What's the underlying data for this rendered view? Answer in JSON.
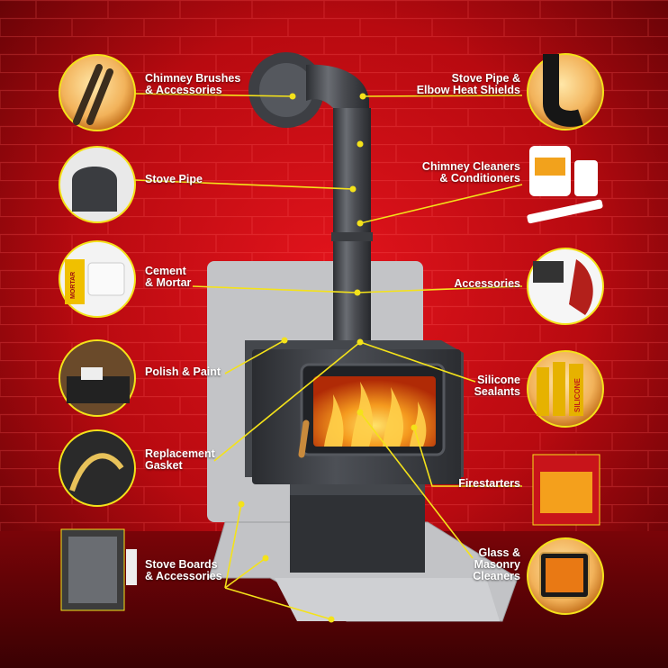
{
  "colors": {
    "background": "#b3080d",
    "accent_line": "#f4e21a",
    "stove_body": "#3c3e43",
    "hearth": "#c4c5c7",
    "fire": "#f2791a",
    "label_text": "#ffffff"
  },
  "labels": [
    {
      "id": "chimney-brushes",
      "lines": [
        "Chimney Brushes",
        "& Accessories"
      ],
      "icon": "chimney-brush-icon"
    },
    {
      "id": "stove-pipe",
      "lines": [
        "Stove Pipe"
      ],
      "icon": "stove-pipe-icon"
    },
    {
      "id": "cement-mortar",
      "lines": [
        "Cement",
        "& Mortar"
      ],
      "icon": "mortar-tub-icon"
    },
    {
      "id": "polish-paint",
      "lines": [
        "Polish & Paint"
      ],
      "icon": "polish-cloth-icon"
    },
    {
      "id": "replacement-gasket",
      "lines": [
        "Replacement",
        "Gasket"
      ],
      "icon": "gasket-rope-icon"
    },
    {
      "id": "stove-boards",
      "lines": [
        "Stove Boards",
        "& Accessories"
      ],
      "icon": "stove-board-icon"
    },
    {
      "id": "pipe-heat-shields",
      "lines": [
        "Stove Pipe &",
        "Elbow Heat Shields"
      ],
      "icon": "elbow-pipe-icon"
    },
    {
      "id": "chimney-cleaners",
      "lines": [
        "Chimney Cleaners",
        "& Conditioners"
      ],
      "icon": "cleaner-jars-icon"
    },
    {
      "id": "accessories",
      "lines": [
        "Accessories"
      ],
      "icon": "gloves-grate-icon"
    },
    {
      "id": "silicone-sealants",
      "lines": [
        "Silicone",
        "Sealants"
      ],
      "icon": "sealant-tubes-icon"
    },
    {
      "id": "firestarters",
      "lines": [
        "Firestarters"
      ],
      "icon": "firestarter-box-icon"
    },
    {
      "id": "glass-cleaners",
      "lines": [
        "Glass &",
        "Masonry",
        "Cleaners"
      ],
      "icon": "glass-door-icon"
    }
  ],
  "product_text": {
    "mortar": "MORTAR",
    "silicone": "SILICONE"
  }
}
